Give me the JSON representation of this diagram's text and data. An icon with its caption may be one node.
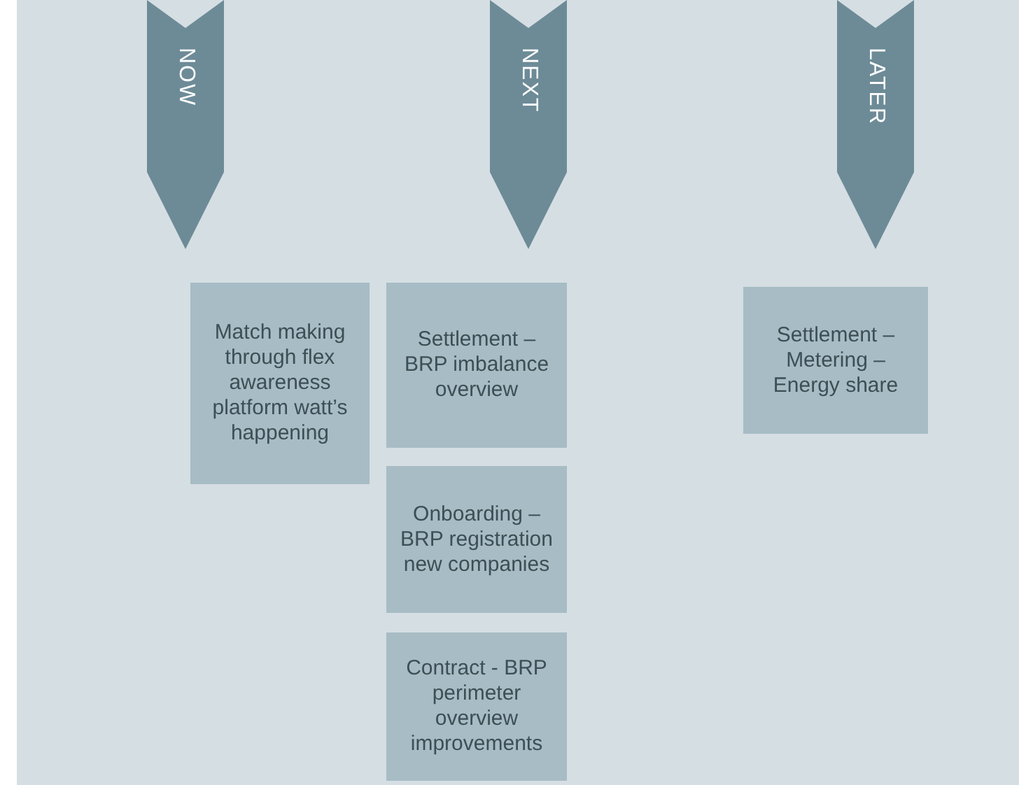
{
  "diagram": {
    "nodes": [
      {
        "text": [
          "NOW"
        ]
      },
      {
        "text": [
          "NEXT"
        ]
      },
      {
        "text": [
          "LATER"
        ]
      },
      {
        "text": [
          "Match making through flex awareness platform watt’s happening"
        ]
      },
      {
        "text": [
          "Settlement – BRP imbalance overview"
        ]
      },
      {
        "text": [
          "Onboarding – BRP registration new companies"
        ]
      },
      {
        "text": [
          "Contract - BRP perimeter overview improvements"
        ]
      },
      {
        "text": [
          "Settlement – Metering – Energy share"
        ]
      }
    ]
  }
}
